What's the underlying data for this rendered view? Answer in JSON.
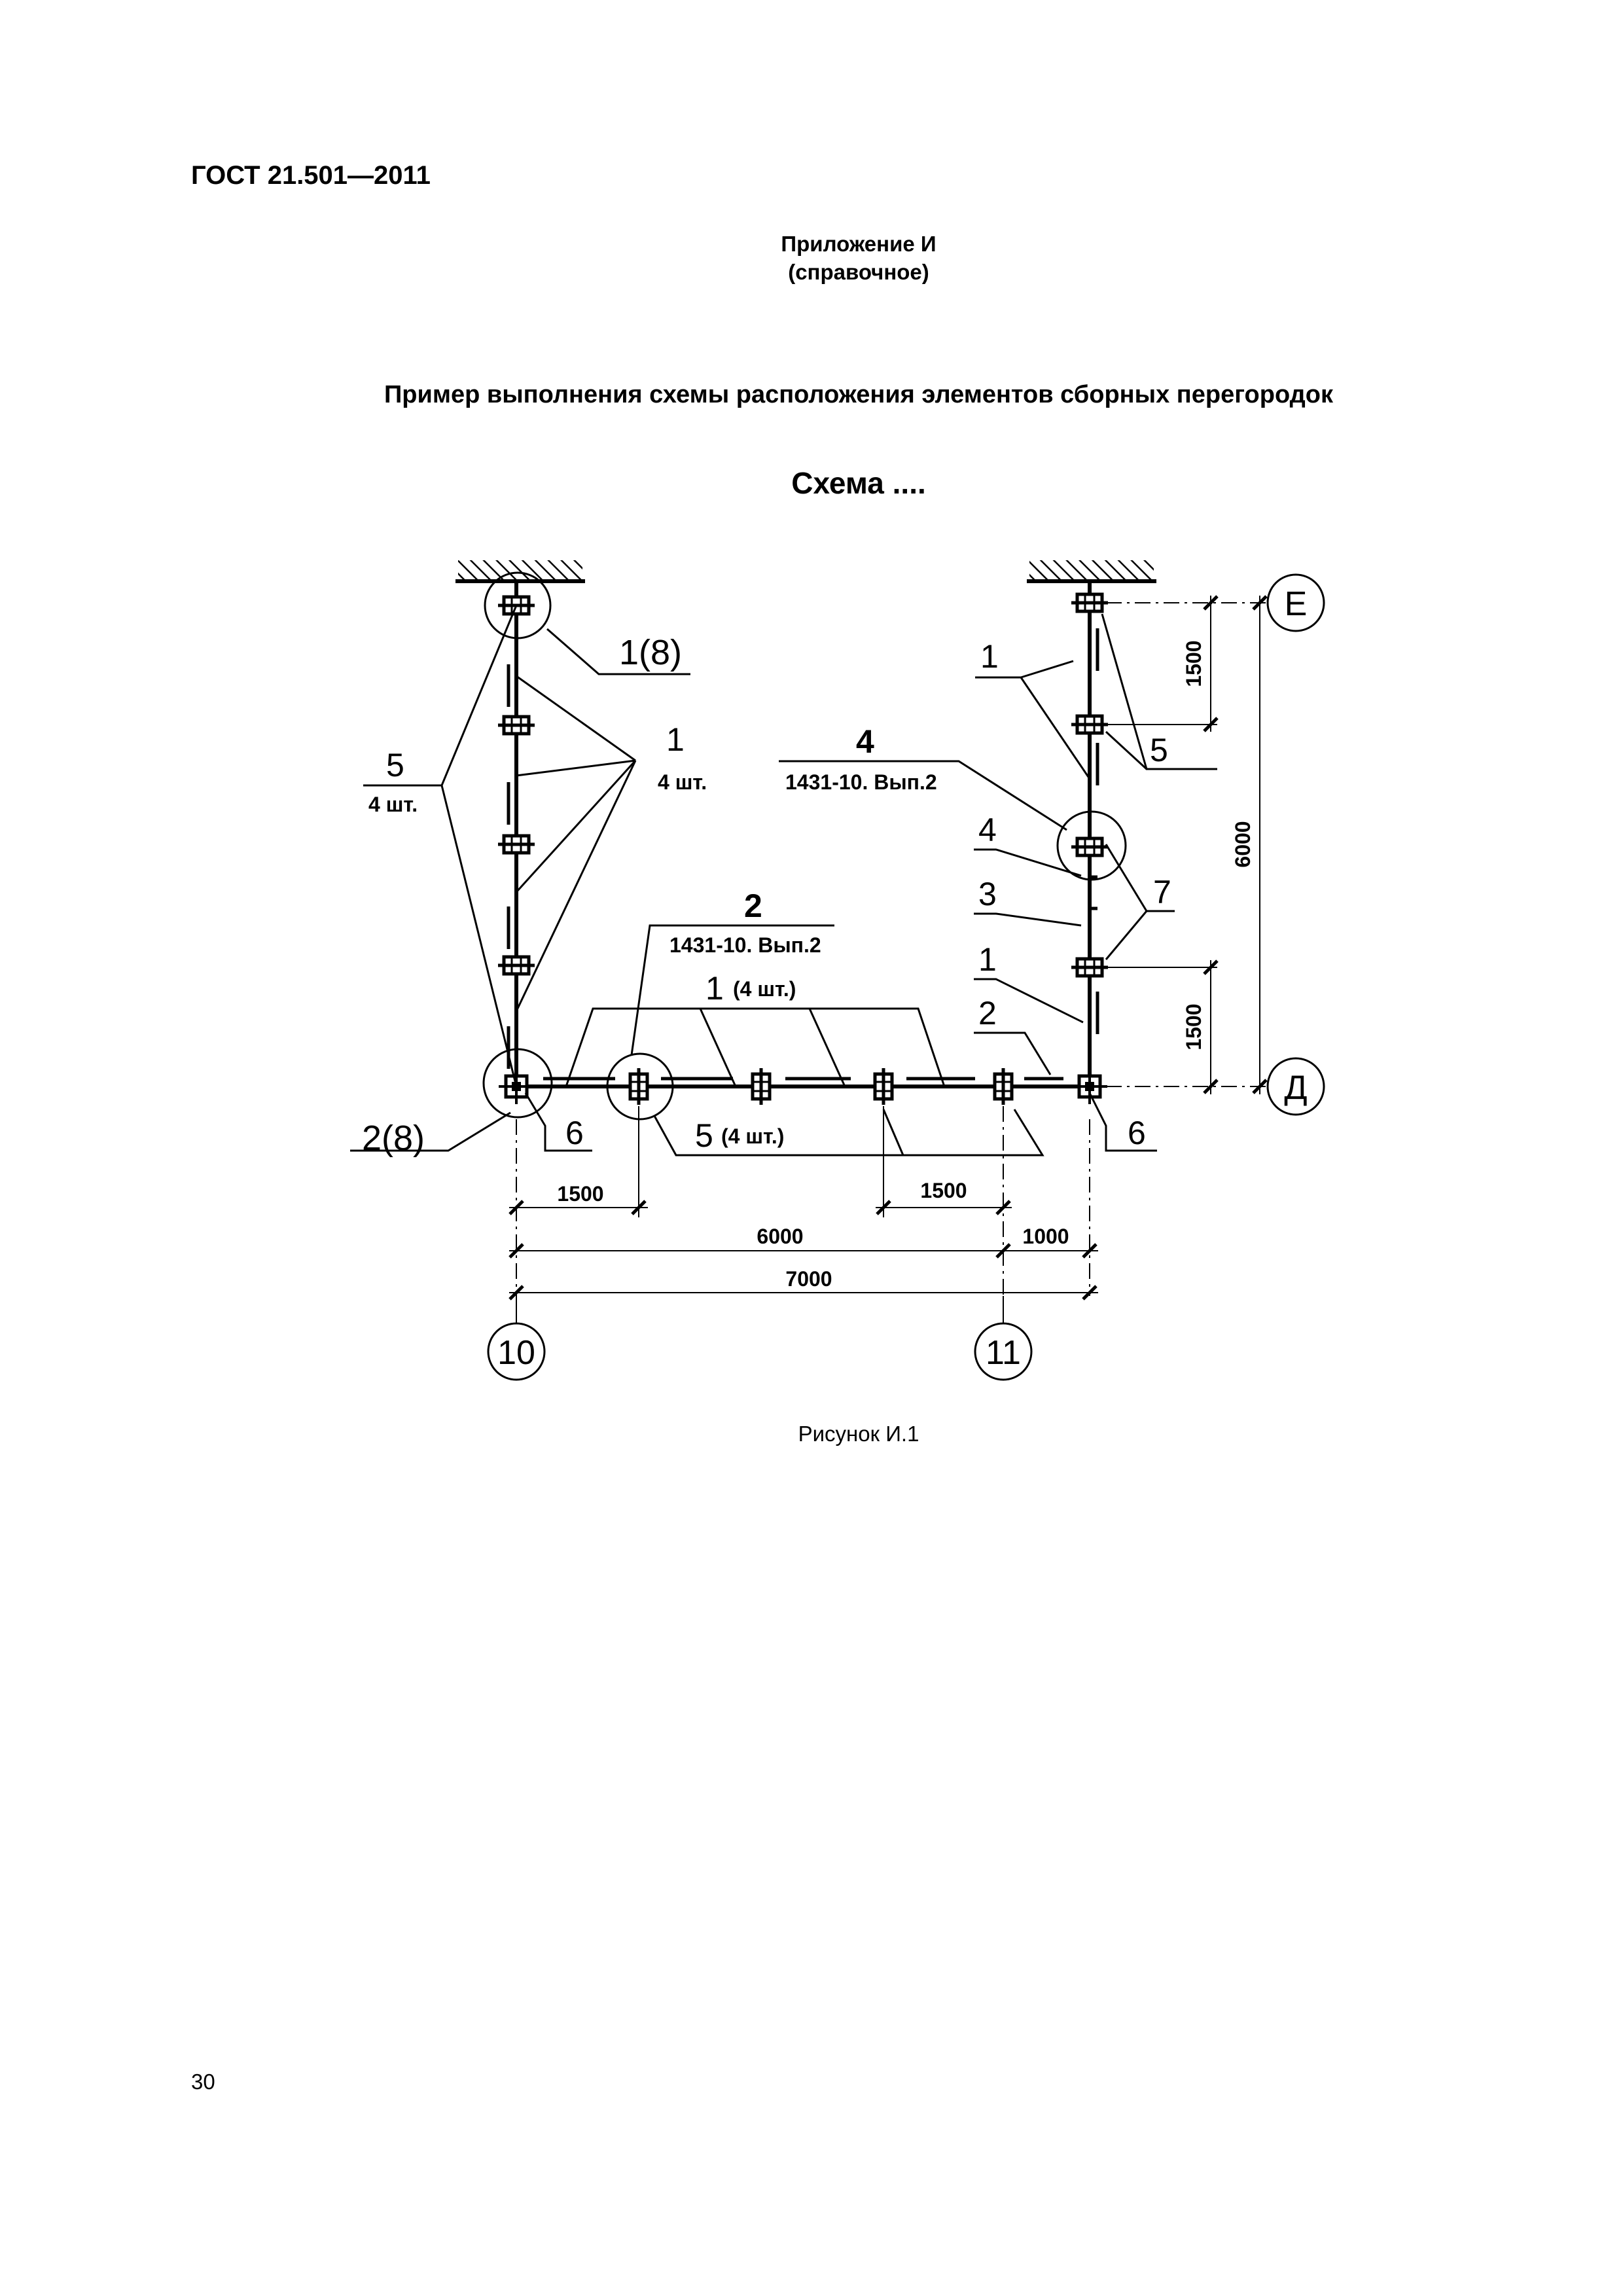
{
  "header": {
    "doc_code": "ГОСТ 21.501—2011"
  },
  "appendix": {
    "title": "Приложение И",
    "status": "(справочное)"
  },
  "main_title": "Пример выполнения схемы расположения элементов сборных перегородок",
  "scheme_title": "Схема ....",
  "drawing": {
    "axes": {
      "left": "10",
      "right": "11",
      "top": "Е",
      "bottom": "Д"
    },
    "callouts": {
      "node_1_8": "1(8)",
      "node_2_8": "2(8)",
      "left_5": "5",
      "left_5_qty": "4 шт.",
      "left_1": "1",
      "left_1_qty": "4 шт.",
      "node_4": "4",
      "node_4_ref": "1431-10. Вып.2",
      "node_2": "2",
      "node_2_ref": "1431-10. Вып.2",
      "bottom_1": "1",
      "bottom_1_qty": "(4 шт.)",
      "bottom_5": "5",
      "bottom_5_qty": "(4 шт.)",
      "left_6": "6",
      "right_6": "6",
      "right_1_top": "1",
      "right_5": "5",
      "right_4": "4",
      "right_3": "3",
      "right_7": "7",
      "right_1_low": "1",
      "right_2": "2"
    },
    "dimensions": {
      "bottom_left_1500": "1500",
      "bottom_mid_1500": "1500",
      "bottom_6000": "6000",
      "bottom_1000": "1000",
      "bottom_7000": "7000",
      "right_top_1500": "1500",
      "right_bottom_1500": "1500",
      "right_6000": "6000"
    }
  },
  "figure_caption": "Рисунок И.1",
  "page_number": "30"
}
